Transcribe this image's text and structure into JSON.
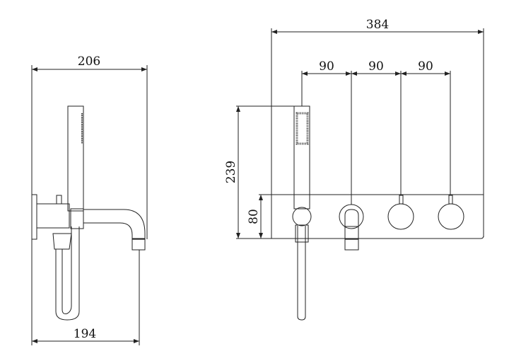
{
  "side_view": {
    "width_top": "206",
    "width_bottom": "194"
  },
  "front_view": {
    "overall_width": "384",
    "spacing": [
      "90",
      "90",
      "90"
    ],
    "overall_height": "239",
    "panel_height": "80"
  },
  "colors": {
    "line": "#222222",
    "background": "#ffffff"
  }
}
